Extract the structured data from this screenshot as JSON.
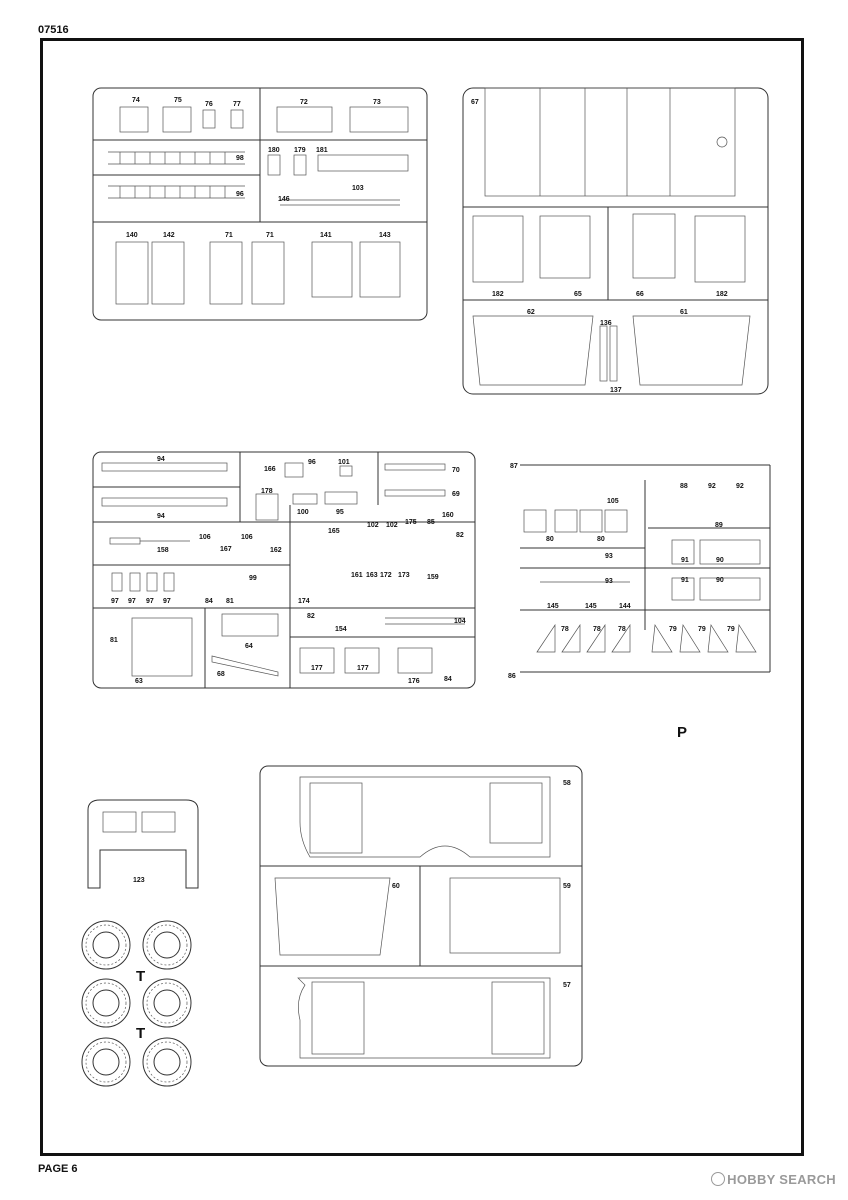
{
  "header": {
    "code": "07516"
  },
  "footer": {
    "page": "PAGE 6"
  },
  "watermark": {
    "text": "HOBBY SEARCH"
  },
  "runner_tags": {
    "tires": "T",
    "pipe": "P"
  },
  "part_labels": [
    "74",
    "75",
    "76",
    "77",
    "72",
    "73",
    "98",
    "180",
    "179",
    "181",
    "96",
    "103",
    "146",
    "140",
    "142",
    "71",
    "71",
    "141",
    "143",
    "67",
    "182",
    "65",
    "66",
    "182",
    "62",
    "136",
    "61",
    "137",
    "94",
    "166",
    "96",
    "101",
    "70",
    "94",
    "178",
    "100",
    "95",
    "69",
    "165",
    "102",
    "102",
    "175",
    "85",
    "160",
    "82",
    "158",
    "106",
    "167",
    "106",
    "162",
    "97",
    "97",
    "97",
    "97",
    "84",
    "81",
    "99",
    "174",
    "161",
    "163",
    "172",
    "173",
    "159",
    "81",
    "82",
    "154",
    "104",
    "64",
    "63",
    "68",
    "177",
    "177",
    "176",
    "84",
    "87",
    "105",
    "88",
    "92",
    "92",
    "89",
    "80",
    "80",
    "93",
    "91",
    "90",
    "93",
    "145",
    "145",
    "144",
    "91",
    "90",
    "78",
    "78",
    "78",
    "79",
    "79",
    "79",
    "86",
    "123",
    "58",
    "60",
    "59",
    "57"
  ],
  "colors": {
    "ink": "#111111",
    "line": "#333333",
    "watermark": "#9a9a9a"
  }
}
